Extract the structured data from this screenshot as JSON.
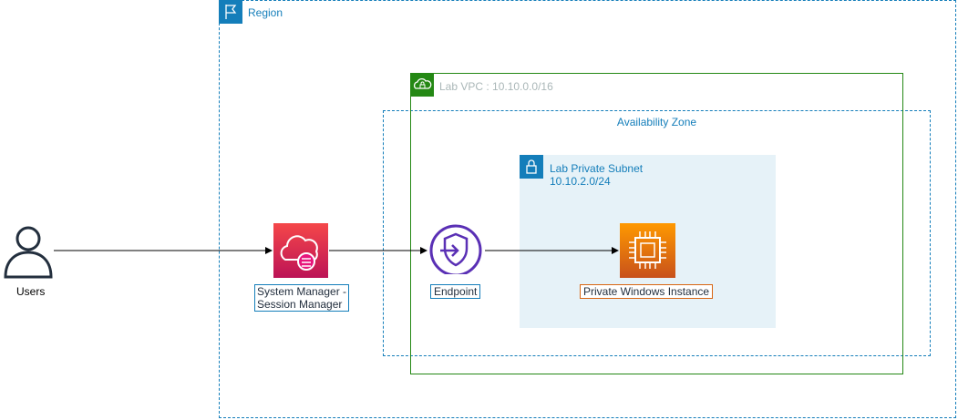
{
  "region": {
    "label": "Region"
  },
  "vpc": {
    "label": "Lab VPC : 10.10.0.0/16"
  },
  "availability_zone": {
    "label": "Availability Zone"
  },
  "subnet": {
    "label_line1": "Lab Private Subnet",
    "label_line2": "10.10.2.0/24"
  },
  "nodes": {
    "users": {
      "label": "Users",
      "icon": "user-icon"
    },
    "ssm": {
      "label": "System Manager -\nSession Manager",
      "icon": "systems-manager-icon"
    },
    "endpoint": {
      "label": "Endpoint",
      "icon": "vpc-endpoint-icon"
    },
    "instance": {
      "label": "Private Windows Instance",
      "icon": "ec2-instance-icon"
    }
  },
  "colors": {
    "region": "#147EBA",
    "vpc": "#248814",
    "subnet_fill": "#E6F2F8",
    "ssm": "#E7157B",
    "ec2": "#ED7100",
    "endpoint": "#5A30B5"
  }
}
